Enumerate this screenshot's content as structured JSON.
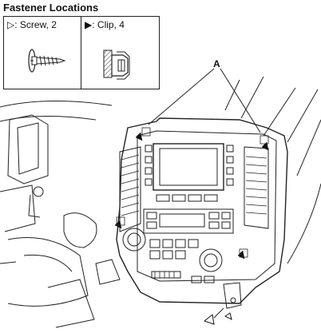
{
  "title": "Fastener Locations",
  "legend": {
    "screw": {
      "symbol": "▷",
      "text": ": Screw, 2",
      "icon": "screw-icon"
    },
    "clip": {
      "symbol": "▶",
      "text": ": Clip, 4",
      "icon": "clip-icon"
    }
  },
  "callout": {
    "label": "A"
  }
}
